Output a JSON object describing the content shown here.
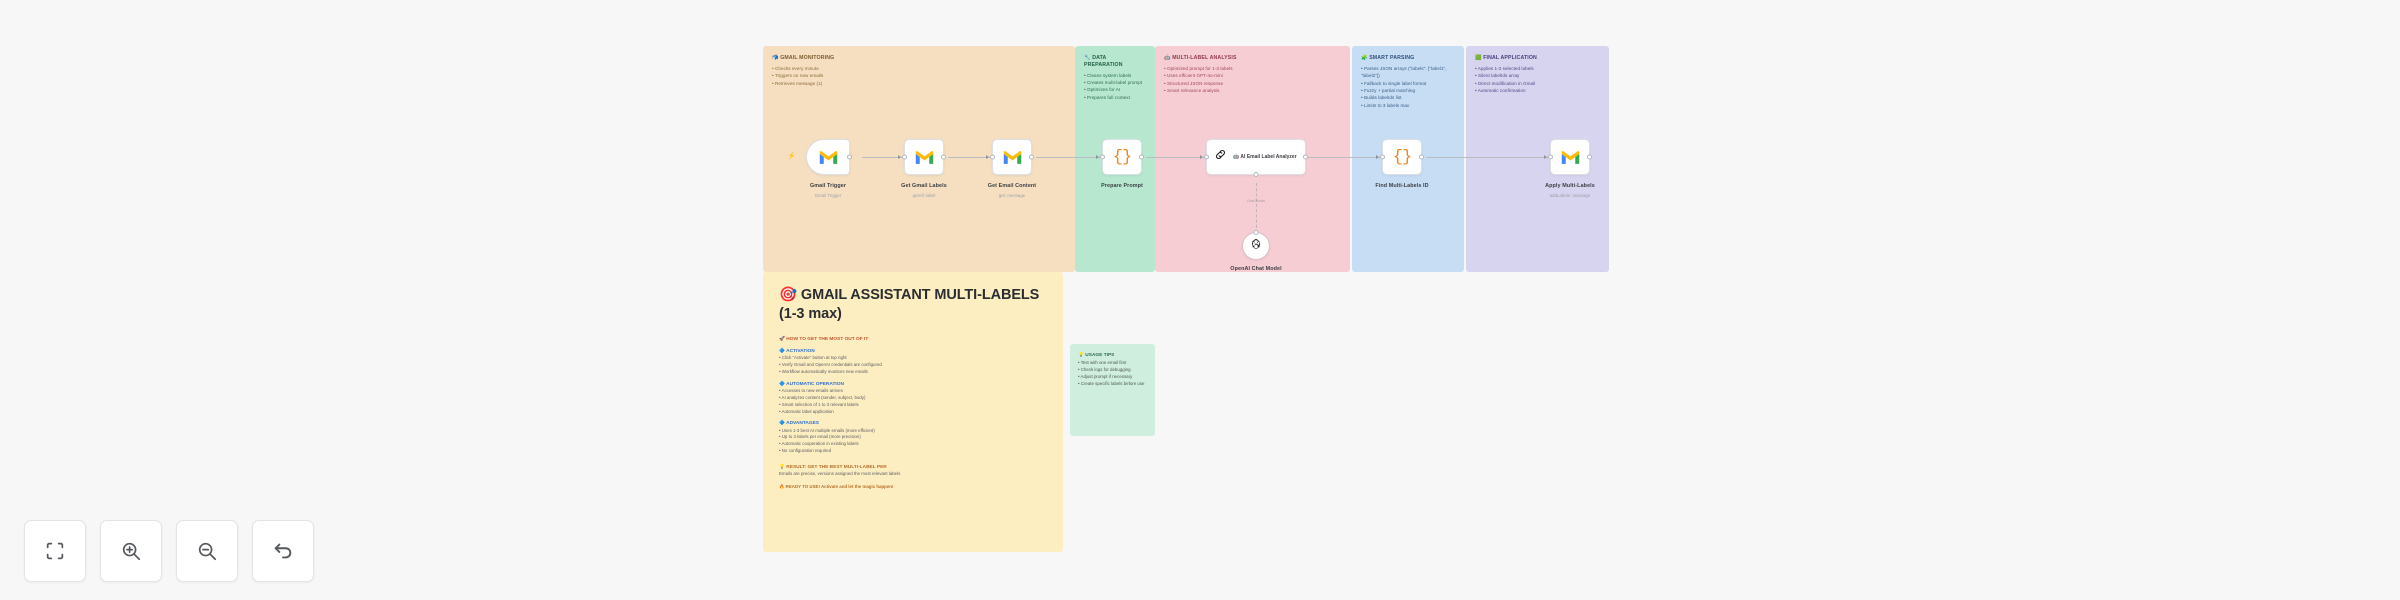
{
  "app": {
    "canvas_background": "#f7f7f8",
    "workflow_title": "GMAIL ASSISTANT MULTI-LABELS (1-3 max)"
  },
  "zones": [
    {
      "id": "gmail-monitoring",
      "title": "📬 GMAIL MONITORING",
      "color": "#f5dfc0",
      "text_color": "#8a6a3a",
      "title_color": "#7a5a2c",
      "lines": [
        "Checks every minute",
        "Triggers on new emails",
        "Retrieves message (1)"
      ]
    },
    {
      "id": "data-preparation",
      "title": "🔧 DATA PREPARATION",
      "color": "#b7e8cf",
      "text_color": "#2f6b4c",
      "title_color": "#246044",
      "lines": [
        "Cleans system labels",
        "Creates multi-label prompt",
        "Optimizes for AI",
        "Prepares full context"
      ]
    },
    {
      "id": "multi-label-analysis",
      "title": "🤖 MULTI-LABEL ANALYSIS",
      "color": "#f7cdd4",
      "text_color": "#9c4757",
      "title_color": "#90384a",
      "lines": [
        "Optimized prompt for 1-3 labels",
        "Uses efficient GPT-4o-mini",
        "Structured JSON response",
        "Smart relevance analysis"
      ]
    },
    {
      "id": "smart-parsing",
      "title": "🧩 SMART PARSING",
      "color": "#c6ddf4",
      "text_color": "#3a5d87",
      "title_color": "#2f527a",
      "lines": [
        "Parses JSON arrays (\"labels\": [\"label1\", \"label2\"])",
        "Fallback to single label format",
        "Fuzzy + partial matching",
        "Builds labelIds list",
        "Limits to 3 labels max"
      ]
    },
    {
      "id": "final-application",
      "title": "🟩 FINAL APPLICATION",
      "color": "#d6d4ef",
      "text_color": "#4f4a86",
      "title_color": "#443e7c",
      "lines": [
        "Applies 1-3 selected labels",
        "Silent labelIds array",
        "Direct modification in Gmail",
        "Automatic confirmation"
      ]
    }
  ],
  "nodes": [
    {
      "id": "gmail-trigger",
      "label": "Gmail Trigger",
      "sublabel": "Gmail Trigger",
      "icon": "gmail-icon",
      "shape": "trigger"
    },
    {
      "id": "get-gmail-labels",
      "label": "Get Gmail Labels",
      "sublabel": "getAll: label",
      "icon": "gmail-icon",
      "shape": "square"
    },
    {
      "id": "get-email-content",
      "label": "Get Email Content",
      "sublabel": "get: message",
      "icon": "gmail-icon",
      "shape": "square"
    },
    {
      "id": "prepare-prompt",
      "label": "Prepare Prompt",
      "sublabel": "",
      "icon": "code-icon",
      "shape": "square"
    },
    {
      "id": "ai-label-analyzer",
      "label": "🤖 AI Email Label Analyzer",
      "sublabel": "",
      "icon": "chain-link-icon",
      "shape": "wide"
    },
    {
      "id": "openai-chat-model",
      "label": "OpenAI Chat Model",
      "sublabel": "",
      "icon": "openai-icon",
      "shape": "round"
    },
    {
      "id": "find-multi-labels",
      "label": "Find Multi-Labels ID",
      "sublabel": "",
      "icon": "code-icon",
      "shape": "square"
    },
    {
      "id": "apply-multi-labels",
      "label": "Apply Multi-Labels",
      "sublabel": "addLabels: message",
      "icon": "gmail-icon",
      "shape": "square"
    }
  ],
  "sub_connection_label": "Chat Model",
  "main_note": {
    "emoji": "🎯",
    "title": "GMAIL ASSISTANT MULTI-LABELS (1-3 max)",
    "color": "#fdeec2",
    "intro": "🚀 HOW TO GET THE MOST OUT OF IT",
    "sections": [
      {
        "head": "🔷 ACTIVATION",
        "head_color": "#2f6fd0",
        "lines": [
          "Click \"Activate\" button at top right",
          "Verify Gmail and OpenAI credentials are configured",
          "Workflow automatically monitors new emails"
        ]
      },
      {
        "head": "🔷 AUTOMATIC OPERATION",
        "head_color": "#2f6fd0",
        "lines": [
          "Accesses to new emails arrives",
          "AI analyzes content (sender, subject, body)",
          "Smart selection of 1 to 3 relevant labels",
          "Automatic label application"
        ]
      },
      {
        "head": "🔷 ADVANTAGES",
        "head_color": "#2f6fd0",
        "lines": [
          "Uses 1-3 best AI multiple emails (more efficient)",
          "Up to 3 labels per email (more precision)",
          "Automatic cooperation in existing labels",
          "No configuration required"
        ]
      }
    ],
    "footer_head": "💡 RESULT: GET THE BEST MULTI-LABEL PER",
    "footer_head_color": "#b8702a",
    "footer_lines": [
      "Emails are precise, versions assigned the most relevant labels",
      "🔥 READY TO USE! Activate and let the magic happen!"
    ]
  },
  "tips_note": {
    "title": "💡 USAGE TIPS",
    "color": "#cfeede",
    "title_color": "#2f6b4c",
    "lines": [
      "Test with one email first",
      "Check logs for debugging",
      "Adjust prompt if necessary",
      "Create specific labels before use"
    ]
  },
  "toolbar": [
    {
      "id": "zoom-to-fit",
      "icon": "fit-to-view-icon",
      "label": "Zoom to fit"
    },
    {
      "id": "zoom-in",
      "icon": "zoom-in-icon",
      "label": "Zoom in"
    },
    {
      "id": "zoom-out",
      "icon": "zoom-out-icon",
      "label": "Zoom out"
    },
    {
      "id": "reset-zoom",
      "icon": "undo-arrow-icon",
      "label": "Reset zoom"
    }
  ]
}
